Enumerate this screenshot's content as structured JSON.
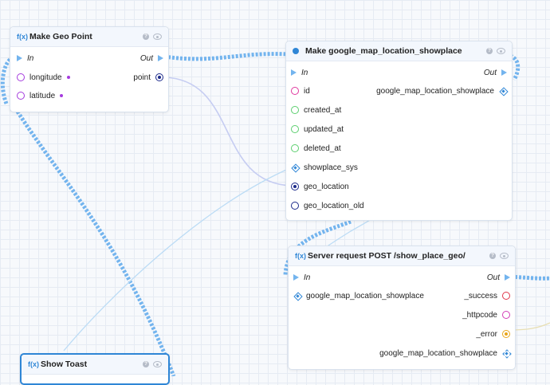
{
  "colors": {
    "exec": "#73b4ee",
    "accent": "#2f86d6",
    "wire_data": "#c6cdf2",
    "wire_light": "#bcdcf5",
    "pin_purple": "#a53bde",
    "pin_pink": "#e0389f",
    "pin_green": "#5bcf6e",
    "pin_navy": "#1c2a8a",
    "pin_red": "#e0354a",
    "pin_magenta": "#d23cb7",
    "pin_amber": "#e8a61c"
  },
  "nodes": {
    "geo_point": {
      "icon": "fx-icon",
      "icon_glyph": "f(x)",
      "title": "Make Geo Point",
      "in_label": "In",
      "out_label": "Out",
      "inputs": [
        "longitude",
        "latitude"
      ],
      "output": "point"
    },
    "showplace": {
      "icon": "dot-icon",
      "title": "Make google_map_location_showplace",
      "in_label": "In",
      "out_label": "Out",
      "inputs": [
        "id",
        "created_at",
        "updated_at",
        "deleted_at",
        "showplace_sys",
        "geo_location",
        "geo_location_old"
      ],
      "output": "google_map_location_showplace"
    },
    "server": {
      "icon": "fx-icon",
      "icon_glyph": "f(x)",
      "title": "Server request POST /show_place_geo/",
      "in_label": "In",
      "out_label": "Out",
      "input": "google_map_location_showplace",
      "outputs": [
        "_success",
        "_httpcode",
        "_error",
        "google_map_location_showplace"
      ]
    },
    "toast": {
      "icon": "fx-icon",
      "icon_glyph": "f(x)",
      "title": "Show Toast"
    }
  },
  "tool_icons": {
    "help": "?",
    "visibility": "eye-icon"
  }
}
